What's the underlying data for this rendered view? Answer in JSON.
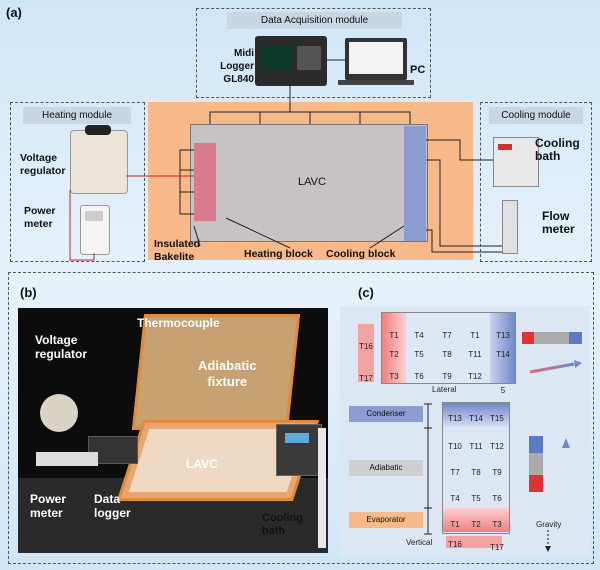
{
  "panel_a": {
    "letter": "(a)",
    "data_module": "Data Acquisition module",
    "logger": "Midi\nLogger\nGL840",
    "pc": "PC",
    "heating_module": "Heating module",
    "voltage_regulator": "Voltage\nregulator",
    "power_meter": "Power\nmeter",
    "lavc": "LAVC",
    "insulated": "Insulated\nBakelite",
    "heating_block": "Heating block",
    "cooling_block": "Cooling block",
    "cooling_module": "Cooling module",
    "cooling_bath": "Cooling\nbath",
    "flow_meter": "Flow\nmeter"
  },
  "panel_b": {
    "letter": "(b)",
    "thermocouple": "Thermocouple",
    "voltage_regulator": "Voltage\nregulator",
    "adiabatic_fixture": "Adiabatic\nfixture",
    "lavc": "LAVC",
    "power_meter": "Power\nmeter",
    "data_logger": "Data\nlogger",
    "cooling_bath": "Cooling\nbath"
  },
  "panel_c": {
    "letter": "(c)",
    "lateral_grid": [
      [
        "T1",
        "T4",
        "T7",
        "T1",
        "T13"
      ],
      [
        "T2",
        "T5",
        "T8",
        "T11",
        "T14"
      ],
      [
        "T3",
        "T6",
        "T9",
        "T12",
        "5"
      ]
    ],
    "lateral_left_top": "T16",
    "lateral_left_bottom": "T17",
    "lateral": "Lateral",
    "condenser": "Condenser",
    "adiabatic": "Adiabatic",
    "evaporator": "Evaporator",
    "vertical_grid": [
      [
        "T13",
        "T14",
        "T15"
      ],
      [
        "T10",
        "T11",
        "T12"
      ],
      [
        "T7",
        "T8",
        "T9"
      ],
      [
        "T4",
        "T5",
        "T6"
      ],
      [
        "T1",
        "T2",
        "T3"
      ]
    ],
    "vertical_bottom": [
      "T16",
      "T17"
    ],
    "vertical": "Vertical",
    "gravity": "Gravity"
  },
  "colors": {
    "orange": "#f7b98a",
    "heating": "#d97b8f",
    "cooling": "#8b9dd0",
    "frame": "#e08a3a"
  }
}
